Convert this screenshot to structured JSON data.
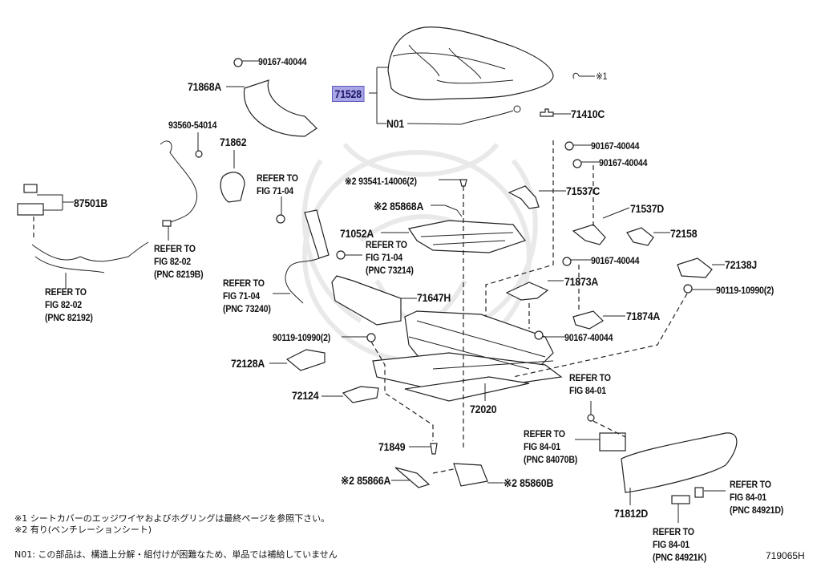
{
  "diagram": {
    "title_code": "719065H",
    "highlight_color": "#a9a6e6",
    "callouts": {
      "c71528": "71528",
      "cN01": "N01",
      "c71410C": "71410C",
      "cStar1": "※1",
      "c90167_top": "90167-40044",
      "c71868A": "71868A",
      "c93560": "93560-54014",
      "c71862": "71862",
      "c87501B": "87501B",
      "c90167_r1": "90167-40044",
      "c90167_r2": "90167-40044",
      "c93541": "※2 93541-14006(2)",
      "c71537C": "71537C",
      "c85868A": "※2 85868A",
      "c71537D": "71537D",
      "c72158": "72158",
      "c71052A": "71052A",
      "c90167_r3": "90167-40044",
      "c72138J": "72138J",
      "c71873A": "71873A",
      "c90119_r": "90119-10990(2)",
      "c71647H": "71647H",
      "c71874A": "71874A",
      "c90119_l": "90119-10990(2)",
      "c90167_r4": "90167-40044",
      "c72128A": "72128A",
      "c72124": "72124",
      "c72020": "72020",
      "c71849": "71849",
      "c85866A": "※2 85866A",
      "c85860B": "※2 85860B",
      "c71812D": "71812D"
    },
    "references": {
      "r_71_04_a": "REFER TO\nFIG 71-04",
      "r_73214": "REFER TO\nFIG 71-04\n(PNC 73214)",
      "r_73240": "REFER TO\nFIG 71-04\n(PNC 73240)",
      "r_8219B": "REFER TO\nFIG 82-02\n(PNC 8219B)",
      "r_82192": "REFER TO\nFIG 82-02\n(PNC 82192)",
      "r_84_01": "REFER TO\nFIG 84-01",
      "r_84070B": "REFER TO\nFIG 84-01\n(PNC 84070B)",
      "r_84921D": "REFER TO\nFIG 84-01\n(PNC 84921D)",
      "r_84921K": "REFER TO\nFIG 84-01\n(PNC 84921K)"
    },
    "notes": [
      "※1 シートカバーのエッジワイヤおよびホグリングは最終ページを参照下さい。",
      "※2 有り(ベンチレーションシート)",
      "N01: この部品は、構造上分解・組付けが困難なため、単品では補給していません"
    ]
  }
}
